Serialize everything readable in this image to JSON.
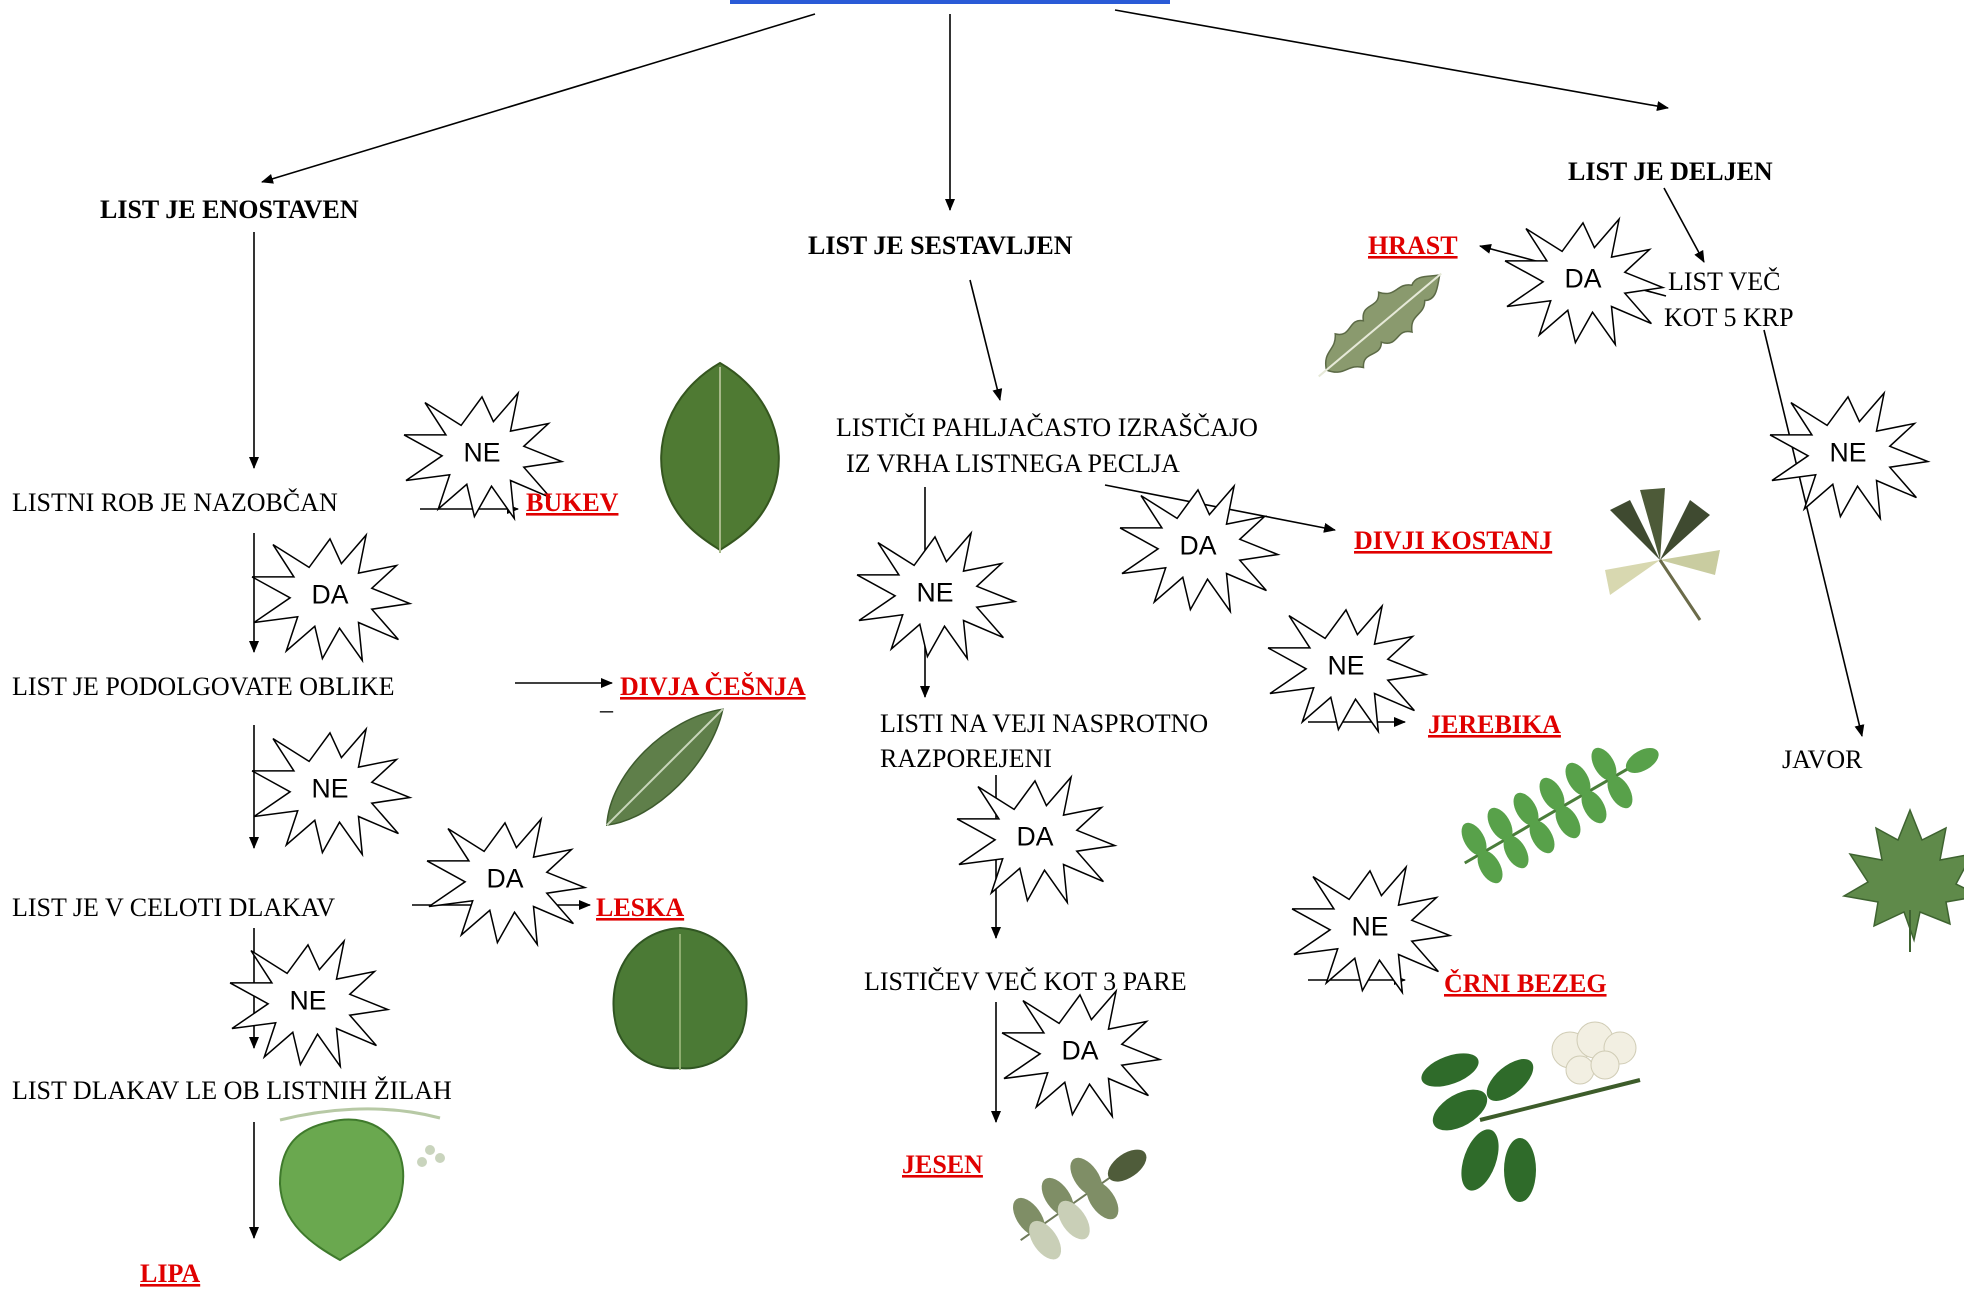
{
  "root_box_color": "#2a5bd7",
  "tree_color": "#e00000",
  "categories": {
    "simple": "LIST JE ENOSTAVEN",
    "compound": "LIST JE SESTAVLJEN",
    "divided": "LIST JE DELJEN"
  },
  "questions": {
    "serrated_edge": "LISTNI ROB JE NAZOBČAN",
    "oblong_shape": "LIST  JE PODOLGOVATE OBLIKE",
    "fully_hairy": "LIST JE V CELOTI DLAKAV",
    "hairy_veins": "LIST DLAKAV LE OB LISTNIH  ŽILAH",
    "palmate_line1": "LISTIČI PAHLJAČASTO IZRAŠČAJO",
    "palmate_line2": "IZ VRHA LISTNEGA PECLJA",
    "opposite_line1": "LISTI NA VEJI NASPROTNO",
    "opposite_line2": "RAZPOREJENI",
    "more_3_pairs": "LISTIČEV VEČ KOT 3 PARE",
    "lobes_line1": "LIST VEČ",
    "lobes_line2": "KOT 5 KRP"
  },
  "trees": {
    "bukev": "BUKEV",
    "divja_cesnja": "DIVJA ČEŠNJA",
    "leska": "LESKA",
    "lipa": "LIPA",
    "divji_kostanj": "DIVJI KOSTANJ",
    "jerebika": "JEREBIKA",
    "crni_bezeg": "ČRNI BEZEG",
    "jesen": "JESEN",
    "hrast": "HRAST",
    "javor": "JAVOR"
  },
  "answers": {
    "yes": "DA",
    "no": "NE"
  },
  "stray_mark": "–"
}
